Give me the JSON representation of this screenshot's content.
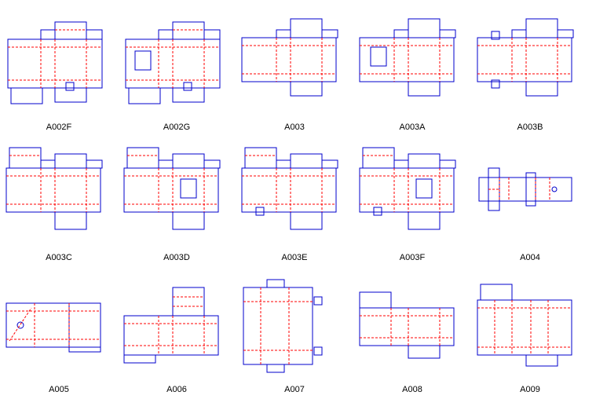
{
  "diagrams": [
    {
      "label": "A002F",
      "variant": "tuck_lock"
    },
    {
      "label": "A002G",
      "variant": "tuck_lock_window"
    },
    {
      "label": "A003",
      "variant": "straight_tuck"
    },
    {
      "label": "A003A",
      "variant": "straight_tuck_window"
    },
    {
      "label": "A003B",
      "variant": "tuck_lock_reverse"
    },
    {
      "label": "A003C",
      "variant": "lock_top"
    },
    {
      "label": "A003D",
      "variant": "lock_top_window"
    },
    {
      "label": "A003E",
      "variant": "lock_top_slot"
    },
    {
      "label": "A003F",
      "variant": "lock_top_window_slot"
    },
    {
      "label": "A004",
      "variant": "tube"
    },
    {
      "label": "A005",
      "variant": "angled"
    },
    {
      "label": "A006",
      "variant": "stacked_top"
    },
    {
      "label": "A007",
      "variant": "vertical_lock"
    },
    {
      "label": "A008",
      "variant": "gusset"
    },
    {
      "label": "A009",
      "variant": "peak"
    }
  ],
  "colors": {
    "cut": "#0000cc",
    "fold": "#ff0000",
    "text": "#000000"
  }
}
